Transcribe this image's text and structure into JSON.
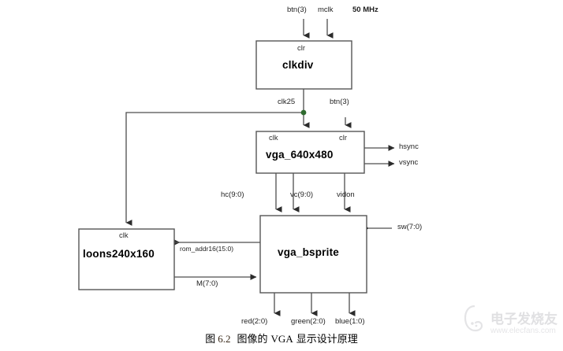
{
  "figure": {
    "caption_prefix": "图",
    "caption_number": "6.2",
    "caption_text_1": "图像的",
    "caption_en": "VGA",
    "caption_text_2": "显示设计原理",
    "caption_full": "图 6.2  图像的 VGA 显示设计原理"
  },
  "colors": {
    "line": "#4d4d4d",
    "box_border": "#555555",
    "text": "#1a1a1a",
    "junction": "#2f6b2f",
    "watermark": "#9a9aa2"
  },
  "blocks": [
    {
      "id": "clkdiv",
      "name": "clkdiv",
      "ports_top": [
        "clr"
      ]
    },
    {
      "id": "vga_640x480",
      "name": "vga_640x480",
      "ports_top": [
        "clk",
        "clr"
      ]
    },
    {
      "id": "vga_bsprite",
      "name": "vga_bsprite",
      "ports_top": []
    },
    {
      "id": "loons240x160",
      "name": "loons240x160",
      "ports_top": [
        "clk"
      ]
    }
  ],
  "signals": {
    "btn_top": "btn(3)",
    "mclk": "mclk",
    "mclk_freq": "50 MHz",
    "clk25": "clk25",
    "btn_mid": "btn(3)",
    "clkdiv_clr": "clr",
    "vga_clk": "clk",
    "vga_clr": "clr",
    "loons_clk": "clk",
    "hsync": "hsync",
    "vsync": "vsync",
    "hc": "hc(9:0)",
    "vc": "vc(9:0)",
    "vidon": "vidon",
    "sw": "sw(7:0)",
    "rom_addr": "rom_addr16(15:0)",
    "m_bus": "M(7:0)",
    "red": "red(2:0)",
    "green": "green(2:0)",
    "blue": "blue(1:0)"
  },
  "watermark": {
    "brand_cn": "电子发烧友",
    "url": "www.elecfans.com"
  }
}
